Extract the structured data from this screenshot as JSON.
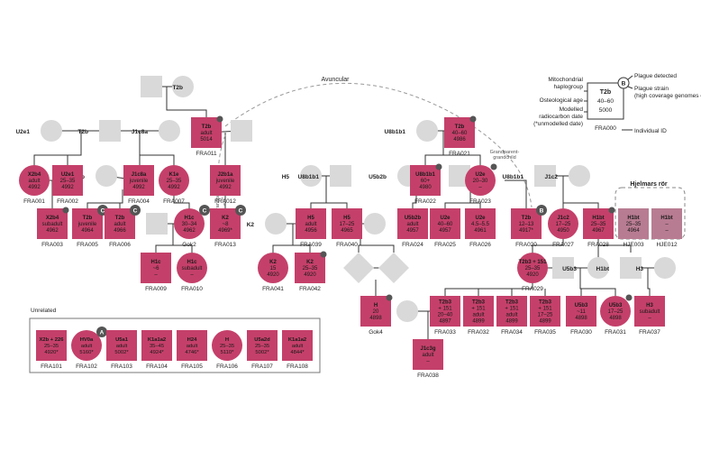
{
  "colors": {
    "detected": "#c4406a",
    "empty": "#d9d9d9",
    "line": "#333333",
    "badge": "#555555",
    "text_on_fill": "#1a1a1a",
    "hjelmars_fill": "#b87c92"
  },
  "labels": {
    "avuncular": "Avuncular",
    "grandparent_grandchild_1": "Grandparent-\ngrandchild",
    "grandparent_grandchild_2": "Grandparent-\ngrandchild",
    "unrelated": "Unrelated",
    "hjelmars": "Hjelmars rör"
  },
  "legend": {
    "haplogroup": "T2b",
    "age": "40–60",
    "date": "5000",
    "id": "FRA000",
    "badge": "B",
    "left": [
      "Mitochondrial",
      "haplogroup",
      "Osteological age",
      "Modelled",
      "radiocarbon date",
      "(*unmodelled date)"
    ],
    "right_plague_detected": "Plague detected",
    "right_plague_strain": "Plague strain",
    "right_plague_strain_note": "(high coverage genomes only)",
    "right_individual_id": "Individual ID"
  },
  "individuals": [
    {
      "key": "FRA011",
      "shape": "sq",
      "fill": true,
      "label": [
        "T2b",
        "adult",
        "5014"
      ],
      "id": "FRA011",
      "plague": true
    },
    {
      "key": "FRA001",
      "shape": "ci",
      "fill": true,
      "label": [
        "X2b4",
        "adult",
        "4992"
      ],
      "id": "FRA001"
    },
    {
      "key": "FRA002",
      "shape": "sq",
      "fill": true,
      "label": [
        "U2e1",
        "25–35",
        "4992"
      ],
      "id": "FRA002"
    },
    {
      "key": "FRA004",
      "shape": "sq",
      "fill": true,
      "label": [
        "J1c8a",
        "juvenile",
        "4992"
      ],
      "id": "FRA004"
    },
    {
      "key": "FRA007",
      "shape": "ci",
      "fill": true,
      "label": [
        "K1e",
        "25–35",
        "4992"
      ],
      "id": "FRA007"
    },
    {
      "key": "FRA012",
      "shape": "sq",
      "fill": true,
      "label": [
        "J2b1a",
        "juvenile",
        "4992"
      ],
      "id": "FRA012"
    },
    {
      "key": "FRA003",
      "shape": "sq",
      "fill": true,
      "label": [
        "X2b4",
        "subadult",
        "4962"
      ],
      "id": "FRA003",
      "plague": true
    },
    {
      "key": "FRA005",
      "shape": "sq",
      "fill": true,
      "label": [
        "T2b",
        "juvenile",
        "4964"
      ],
      "id": "FRA005",
      "badge": "C"
    },
    {
      "key": "FRA006",
      "shape": "sq",
      "fill": true,
      "label": [
        "T2b",
        "adult",
        "4966"
      ],
      "id": "FRA006",
      "badge": "C"
    },
    {
      "key": "Gok2",
      "shape": "ci",
      "fill": true,
      "label": [
        "H1c",
        "30–34",
        "4962"
      ],
      "id": "Gok2",
      "badge": "C"
    },
    {
      "key": "FRA013",
      "shape": "sq",
      "fill": true,
      "label": [
        "K2",
        "~8",
        "4969*"
      ],
      "id": "FRA013",
      "badge": "C"
    },
    {
      "key": "FRA009",
      "shape": "sq",
      "fill": true,
      "label": [
        "H1c",
        "~6",
        "–"
      ],
      "id": "FRA009"
    },
    {
      "key": "FRA010",
      "shape": "ci",
      "fill": true,
      "label": [
        "H1c",
        "subadult",
        "–"
      ],
      "id": "FRA010"
    },
    {
      "key": "FRA021",
      "shape": "sq",
      "fill": true,
      "label": [
        "T2b",
        "40–60",
        "4986"
      ],
      "id": "FRA021",
      "plague": true
    },
    {
      "key": "FRA022",
      "shape": "sq",
      "fill": true,
      "label": [
        "U8b1b1",
        "60+",
        "4980"
      ],
      "id": "FRA022",
      "plague": true
    },
    {
      "key": "FRA023",
      "shape": "ci",
      "fill": true,
      "label": [
        "U2e",
        "20–30",
        "–"
      ],
      "id": "FRA023",
      "plague": true
    },
    {
      "key": "FRA039",
      "shape": "sq",
      "fill": true,
      "label": [
        "H5",
        "adult",
        "4956"
      ],
      "id": "FRA039"
    },
    {
      "key": "FRA040",
      "shape": "sq",
      "fill": true,
      "label": [
        "H5",
        "17–25",
        "4965"
      ],
      "id": "FRA040"
    },
    {
      "key": "FRA024",
      "shape": "sq",
      "fill": true,
      "label": [
        "U5b2b",
        "adult",
        "4957"
      ],
      "id": "FRA024"
    },
    {
      "key": "FRA025",
      "shape": "sq",
      "fill": true,
      "label": [
        "U2e",
        "40–60",
        "4957"
      ],
      "id": "FRA025"
    },
    {
      "key": "FRA026",
      "shape": "sq",
      "fill": true,
      "label": [
        "U2e",
        "4.5–5.5",
        "4961"
      ],
      "id": "FRA026"
    },
    {
      "key": "FRA020",
      "shape": "sq",
      "fill": true,
      "label": [
        "T2b",
        "12–13",
        "4917*"
      ],
      "id": "FRA020",
      "badge": "B"
    },
    {
      "key": "FRA027",
      "shape": "ci",
      "fill": true,
      "label": [
        "J1c2",
        "17–25",
        "4950"
      ],
      "id": "FRA027"
    },
    {
      "key": "FRA028",
      "shape": "sq",
      "fill": true,
      "label": [
        "H1bt",
        "25–35",
        "4967"
      ],
      "id": "FRA028",
      "plague": true
    },
    {
      "key": "FRA041",
      "shape": "ci",
      "fill": true,
      "label": [
        "K2",
        "15",
        "4920"
      ],
      "id": "FRA041"
    },
    {
      "key": "FRA042",
      "shape": "sq",
      "fill": true,
      "label": [
        "K2",
        "25–35",
        "4920"
      ],
      "id": "FRA042",
      "plague": true
    },
    {
      "key": "Gok4",
      "shape": "sq",
      "fill": true,
      "label": [
        "H",
        "20",
        "4898"
      ],
      "id": "Gok4",
      "plague": true
    },
    {
      "key": "FRA029",
      "shape": "ci",
      "fill": true,
      "label": [
        "T2b3 + 151",
        "25–35",
        "4920"
      ],
      "id": "FRA029"
    },
    {
      "key": "FRA033",
      "shape": "sq",
      "fill": true,
      "label": [
        "T2b3",
        "+ 151",
        "20–40",
        "4897"
      ],
      "id": "FRA033"
    },
    {
      "key": "FRA032",
      "shape": "sq",
      "fill": true,
      "label": [
        "T2b3",
        "+ 151",
        "adult",
        "4899"
      ],
      "id": "FRA032"
    },
    {
      "key": "FRA034",
      "shape": "sq",
      "fill": true,
      "label": [
        "T2b3",
        "+ 151",
        "adult",
        "4899"
      ],
      "id": "FRA034"
    },
    {
      "key": "FRA035",
      "shape": "sq",
      "fill": true,
      "label": [
        "T2b3",
        "+ 151",
        "17–25",
        "4899"
      ],
      "id": "FRA035"
    },
    {
      "key": "FRA030",
      "shape": "sq",
      "fill": true,
      "label": [
        "U5b3",
        "~11",
        "4898"
      ],
      "id": "FRA030"
    },
    {
      "key": "FRA031",
      "shape": "ci",
      "fill": true,
      "label": [
        "U5b3",
        "17–25",
        "4898"
      ],
      "id": "FRA031",
      "plague": true
    },
    {
      "key": "FRA037",
      "shape": "sq",
      "fill": true,
      "label": [
        "H3",
        "subadult",
        "–"
      ],
      "id": "FRA037"
    },
    {
      "key": "FRA038",
      "shape": "sq",
      "fill": true,
      "label": [
        "J1c3g",
        "adult",
        "–"
      ],
      "id": "FRA038"
    },
    {
      "key": "HJE003",
      "shape": "sq",
      "fill": true,
      "hj": true,
      "label": [
        "H1bt",
        "25–35",
        "4964"
      ],
      "id": "HJE003"
    },
    {
      "key": "HJE012",
      "shape": "sq",
      "fill": true,
      "hj": true,
      "label": [
        "H1bt",
        "–",
        "–"
      ],
      "id": "HJE012"
    }
  ],
  "unknowns": [
    {
      "key": "u_T2b_top",
      "shape": "ci",
      "label": "T2b"
    },
    {
      "key": "u_sq_top",
      "shape": "sq",
      "label": ""
    },
    {
      "key": "u_U2e1",
      "shape": "ci",
      "label": "U2e1"
    },
    {
      "key": "u_T2b_sq",
      "shape": "sq",
      "label": "T2b"
    },
    {
      "key": "u_J1c8a",
      "shape": "ci",
      "label": "J1c8a"
    },
    {
      "key": "u_U8b1b1_left",
      "shape": "sq",
      "label": "U8b1b1"
    },
    {
      "key": "u_T2b_mid",
      "shape": "ci",
      "label": "T2b"
    },
    {
      "key": "u_K1e",
      "shape": "sq",
      "label": "K1e"
    },
    {
      "key": "u_U8b1b1_c",
      "shape": "ci",
      "label": "U8b1b1"
    },
    {
      "key": "u_H5",
      "shape": "ci",
      "label": "H5"
    },
    {
      "key": "u_U8b1b1_sq",
      "shape": "sq",
      "label": "U8b1b1"
    },
    {
      "key": "u_U5b2b",
      "shape": "ci",
      "label": "U5b2b"
    },
    {
      "key": "u_sq_mid",
      "shape": "sq",
      "label": ""
    },
    {
      "key": "u_U8b1b1_r",
      "shape": "sq",
      "label": "U8b1b1"
    },
    {
      "key": "u_J1c2",
      "shape": "ci",
      "label": "J1c2"
    },
    {
      "key": "u_K2",
      "shape": "ci",
      "label": "K2"
    },
    {
      "key": "u_ci_H5r",
      "shape": "ci",
      "label": ""
    },
    {
      "key": "u_dia1",
      "shape": "di",
      "label": ""
    },
    {
      "key": "u_dia2",
      "shape": "di",
      "label": ""
    },
    {
      "key": "u_J1c3g",
      "shape": "ci",
      "label": "J1c3g"
    },
    {
      "key": "u_H1bt",
      "shape": "sq",
      "label": "H1bt"
    },
    {
      "key": "u_U5b3",
      "shape": "ci",
      "label": "U5b3"
    },
    {
      "key": "u_H1bt2",
      "shape": "sq",
      "label": "H1bt"
    },
    {
      "key": "u_H3",
      "shape": "ci",
      "label": "H3"
    }
  ],
  "unrelated_people": [
    {
      "shape": "sq",
      "label": [
        "X2b + 226",
        "25–35",
        "4920*"
      ],
      "id": "FRA101"
    },
    {
      "shape": "ci",
      "label": [
        "HV0a",
        "adult",
        "5160*"
      ],
      "id": "FRA102",
      "badge": "A"
    },
    {
      "shape": "sq",
      "label": [
        "U5a1",
        "adult",
        "5002*"
      ],
      "id": "FRA103"
    },
    {
      "shape": "sq",
      "label": [
        "K1a1a2",
        "35–45",
        "4924*"
      ],
      "id": "FRA104"
    },
    {
      "shape": "sq",
      "label": [
        "H24",
        "adult",
        "4746*"
      ],
      "id": "FRA105"
    },
    {
      "shape": "ci",
      "label": [
        "H",
        "25–35",
        "5110*"
      ],
      "id": "FRA106"
    },
    {
      "shape": "sq",
      "label": [
        "U5a2d",
        "25–35",
        "5002*"
      ],
      "id": "FRA107"
    },
    {
      "shape": "sq",
      "label": [
        "K1a1a2",
        "adult",
        "4844*"
      ],
      "id": "FRA108"
    }
  ]
}
